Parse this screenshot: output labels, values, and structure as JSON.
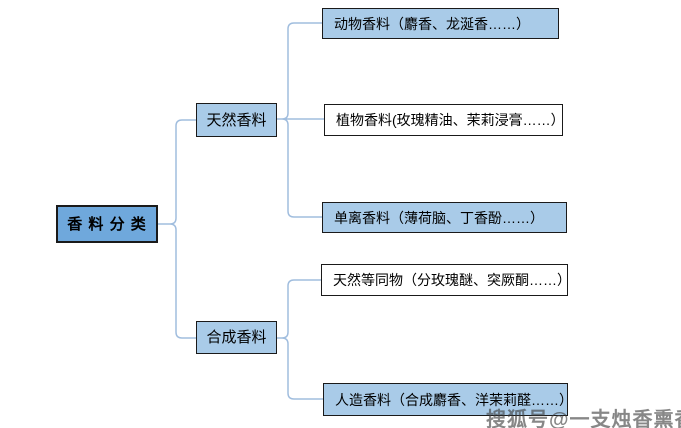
{
  "diagram": {
    "root": {
      "label": "香 料 分 类"
    },
    "branches": [
      {
        "label": "天然香料",
        "children": [
          {
            "label": "动物香料（麝香、龙涎香……）",
            "style": "blue"
          },
          {
            "label": "植物香料(玫瑰精油、茉莉浸膏……）",
            "style": "white"
          },
          {
            "label": "单离香料（薄荷脑、丁香酚……）",
            "style": "blue"
          }
        ]
      },
      {
        "label": "合成香料",
        "children": [
          {
            "label": "天然等同物（分玫瑰醚、突厥酮……）",
            "style": "white"
          },
          {
            "label": "人造香料（合成麝香、洋茉莉醛……）",
            "style": "blue"
          }
        ]
      }
    ]
  },
  "watermark": "搜狐号@一支烛香熏香氛",
  "colors": {
    "root_fill": "#6FA8DC",
    "node_fill_blue": "#A9CBE8",
    "node_fill_white": "#FFFFFF",
    "node_border": "#1A1A1A",
    "connector_line": "#A0BDDE"
  }
}
